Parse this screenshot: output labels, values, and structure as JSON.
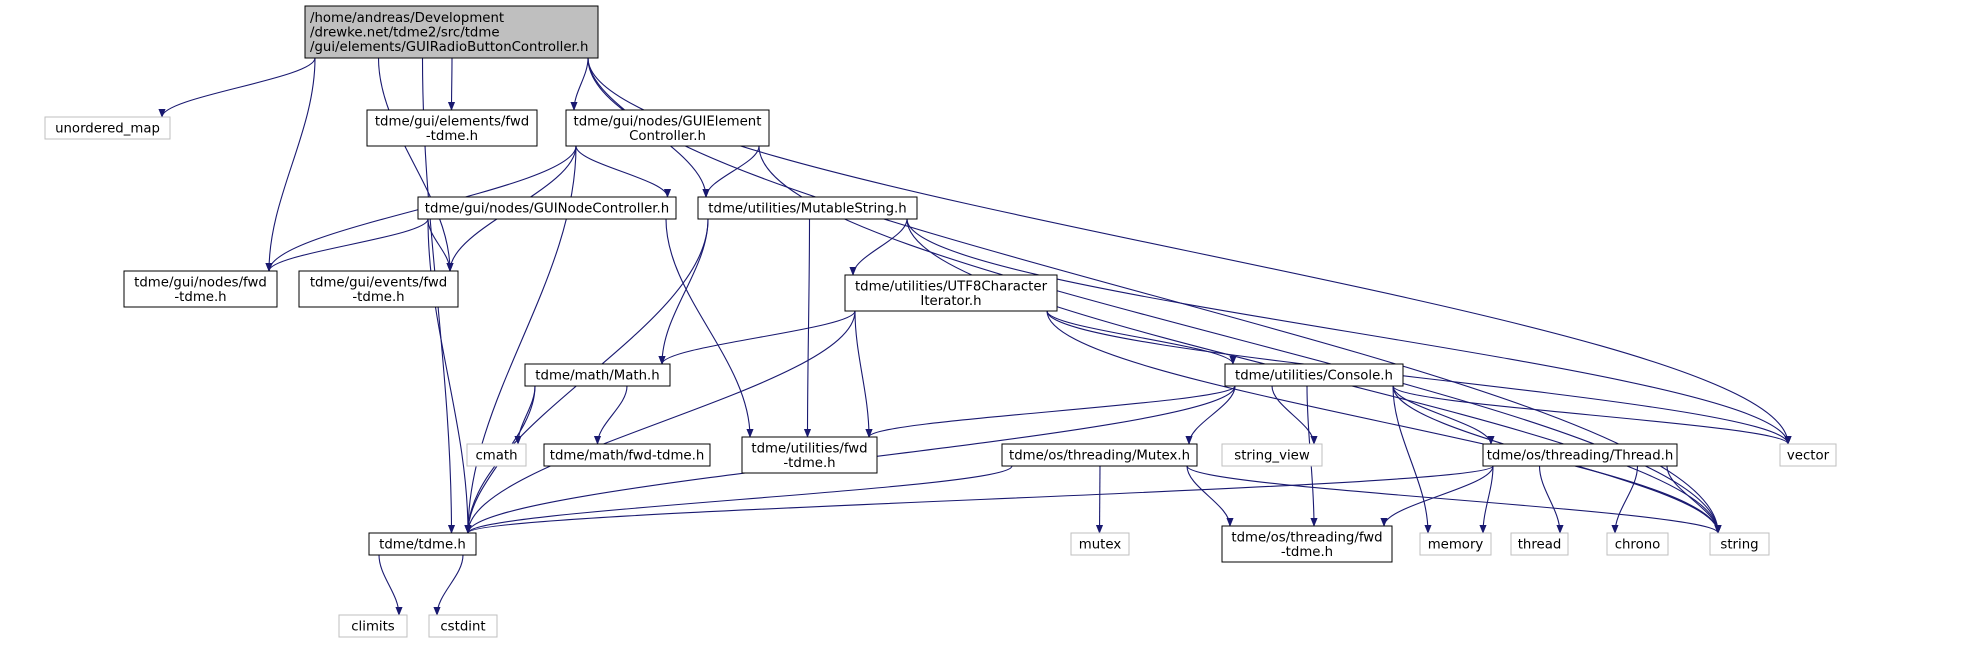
{
  "colors": {
    "edge": "#191970",
    "node_border": "#000000",
    "external_border": "#bfbfbf",
    "root_fill": "#bfbfbf",
    "node_fill": "#ffffff",
    "text": "#000000"
  },
  "nodes": {
    "root": {
      "lines": [
        "/home/andreas/Development",
        "/drewke.net/tdme2/src/tdme",
        "/gui/elements/GUIRadioButtonController.h"
      ],
      "kind": "root"
    },
    "unordered_map": {
      "lines": [
        "unordered_map"
      ],
      "kind": "external"
    },
    "gui_elements_fwd": {
      "lines": [
        "tdme/gui/elements/fwd",
        "-tdme.h"
      ],
      "kind": "header"
    },
    "gui_element_controller": {
      "lines": [
        "tdme/gui/nodes/GUIElement",
        "Controller.h"
      ],
      "kind": "header"
    },
    "gui_node_controller": {
      "lines": [
        "tdme/gui/nodes/GUINodeController.h"
      ],
      "kind": "header"
    },
    "mutable_string": {
      "lines": [
        "tdme/utilities/MutableString.h"
      ],
      "kind": "header"
    },
    "gui_nodes_fwd": {
      "lines": [
        "tdme/gui/nodes/fwd",
        "-tdme.h"
      ],
      "kind": "header"
    },
    "gui_events_fwd": {
      "lines": [
        "tdme/gui/events/fwd",
        "-tdme.h"
      ],
      "kind": "header"
    },
    "utf8_iterator": {
      "lines": [
        "tdme/utilities/UTF8Character",
        "Iterator.h"
      ],
      "kind": "header"
    },
    "math": {
      "lines": [
        "tdme/math/Math.h"
      ],
      "kind": "header"
    },
    "console": {
      "lines": [
        "tdme/utilities/Console.h"
      ],
      "kind": "header"
    },
    "cmath": {
      "lines": [
        "cmath"
      ],
      "kind": "external"
    },
    "math_fwd": {
      "lines": [
        "tdme/math/fwd-tdme.h"
      ],
      "kind": "header"
    },
    "utilities_fwd": {
      "lines": [
        "tdme/utilities/fwd",
        "-tdme.h"
      ],
      "kind": "header"
    },
    "mutex_h": {
      "lines": [
        "tdme/os/threading/Mutex.h"
      ],
      "kind": "header"
    },
    "string_view": {
      "lines": [
        "string_view"
      ],
      "kind": "external"
    },
    "thread_h": {
      "lines": [
        "tdme/os/threading/Thread.h"
      ],
      "kind": "header"
    },
    "vector": {
      "lines": [
        "vector"
      ],
      "kind": "external"
    },
    "tdme_h": {
      "lines": [
        "tdme/tdme.h"
      ],
      "kind": "header"
    },
    "mutex": {
      "lines": [
        "mutex"
      ],
      "kind": "external"
    },
    "threading_fwd": {
      "lines": [
        "tdme/os/threading/fwd",
        "-tdme.h"
      ],
      "kind": "header"
    },
    "memory": {
      "lines": [
        "memory"
      ],
      "kind": "external"
    },
    "thread": {
      "lines": [
        "thread"
      ],
      "kind": "external"
    },
    "chrono": {
      "lines": [
        "chrono"
      ],
      "kind": "external"
    },
    "string": {
      "lines": [
        "string"
      ],
      "kind": "external"
    },
    "climits": {
      "lines": [
        "climits"
      ],
      "kind": "external"
    },
    "cstdint": {
      "lines": [
        "cstdint"
      ],
      "kind": "external"
    }
  },
  "edges": [
    [
      "root",
      "tdme_h"
    ],
    [
      "root",
      "unordered_map"
    ],
    [
      "root",
      "gui_nodes_fwd"
    ],
    [
      "root",
      "gui_events_fwd"
    ],
    [
      "root",
      "gui_elements_fwd"
    ],
    [
      "root",
      "gui_element_controller"
    ],
    [
      "root",
      "mutable_string"
    ],
    [
      "root",
      "vector"
    ],
    [
      "root",
      "string"
    ],
    [
      "gui_element_controller",
      "gui_nodes_fwd"
    ],
    [
      "gui_element_controller",
      "gui_events_fwd"
    ],
    [
      "gui_element_controller",
      "gui_node_controller"
    ],
    [
      "gui_element_controller",
      "mutable_string"
    ],
    [
      "gui_element_controller",
      "tdme_h"
    ],
    [
      "gui_element_controller",
      "string"
    ],
    [
      "gui_node_controller",
      "gui_nodes_fwd"
    ],
    [
      "gui_node_controller",
      "gui_events_fwd"
    ],
    [
      "gui_node_controller",
      "utilities_fwd"
    ],
    [
      "gui_node_controller",
      "tdme_h"
    ],
    [
      "mutable_string",
      "tdme_h"
    ],
    [
      "mutable_string",
      "math"
    ],
    [
      "mutable_string",
      "utilities_fwd"
    ],
    [
      "mutable_string",
      "utf8_iterator"
    ],
    [
      "mutable_string",
      "vector"
    ],
    [
      "mutable_string",
      "string"
    ],
    [
      "utf8_iterator",
      "math"
    ],
    [
      "utf8_iterator",
      "utilities_fwd"
    ],
    [
      "utf8_iterator",
      "tdme_h"
    ],
    [
      "utf8_iterator",
      "console"
    ],
    [
      "utf8_iterator",
      "vector"
    ],
    [
      "utf8_iterator",
      "string"
    ],
    [
      "math",
      "tdme_h"
    ],
    [
      "math",
      "cmath"
    ],
    [
      "math",
      "math_fwd"
    ],
    [
      "console",
      "utilities_fwd"
    ],
    [
      "console",
      "tdme_h"
    ],
    [
      "console",
      "mutex_h"
    ],
    [
      "console",
      "string_view"
    ],
    [
      "console",
      "threading_fwd"
    ],
    [
      "console",
      "memory"
    ],
    [
      "console",
      "thread_h"
    ],
    [
      "console",
      "vector"
    ],
    [
      "console",
      "string"
    ],
    [
      "mutex_h",
      "tdme_h"
    ],
    [
      "mutex_h",
      "mutex"
    ],
    [
      "mutex_h",
      "threading_fwd"
    ],
    [
      "mutex_h",
      "string"
    ],
    [
      "thread_h",
      "tdme_h"
    ],
    [
      "thread_h",
      "threading_fwd"
    ],
    [
      "thread_h",
      "memory"
    ],
    [
      "thread_h",
      "thread"
    ],
    [
      "thread_h",
      "chrono"
    ],
    [
      "thread_h",
      "string"
    ],
    [
      "tdme_h",
      "climits"
    ],
    [
      "tdme_h",
      "cstdint"
    ]
  ]
}
